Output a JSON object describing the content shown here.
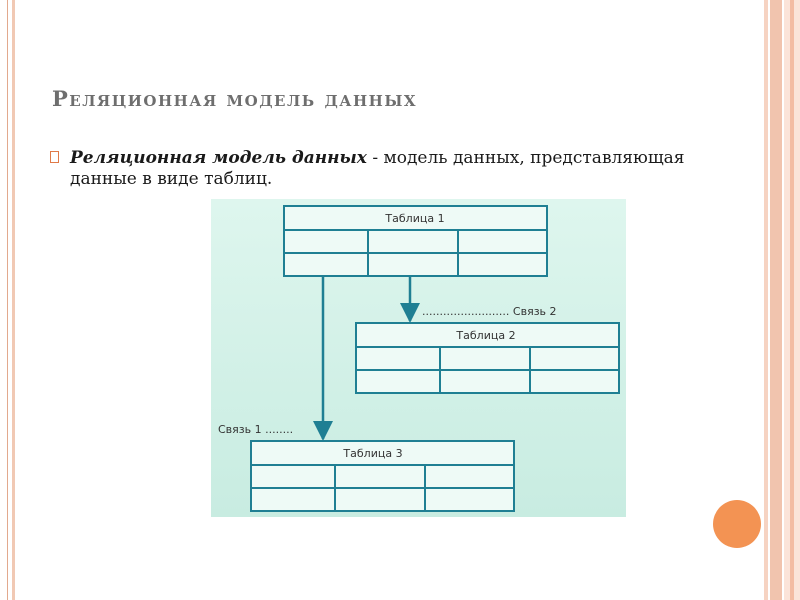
{
  "slide": {
    "title": "Реляционная модель данных",
    "bullet": {
      "term": "Реляционная модель данных",
      "definition": " - модель данных, представляющая данные в виде таблиц."
    }
  },
  "diagram": {
    "tables": [
      {
        "name": "Таблица 1"
      },
      {
        "name": "Таблица 2"
      },
      {
        "name": "Таблица 3"
      }
    ],
    "links": [
      {
        "label": "Связь 1 ........"
      },
      {
        "label": "......................... Связь 2"
      }
    ]
  },
  "colors": {
    "accent": "#f39353",
    "diagram_stroke": "#1f7f93",
    "diagram_bg": "#d6f2ea"
  }
}
